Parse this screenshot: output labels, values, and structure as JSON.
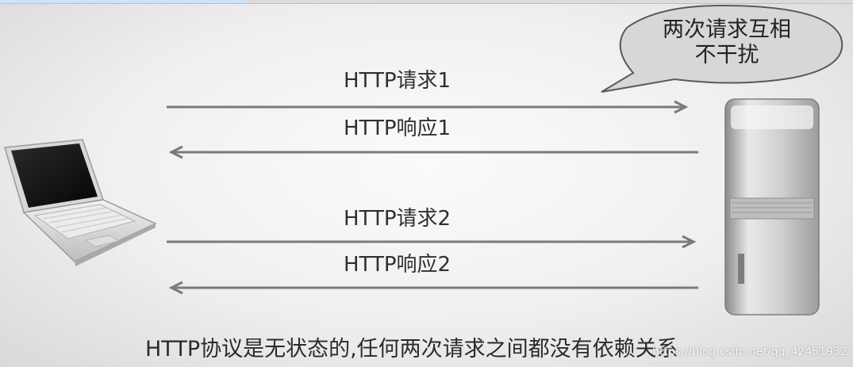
{
  "arrows": [
    {
      "label": "HTTP请求1"
    },
    {
      "label": "HTTP响应1"
    },
    {
      "label": "HTTP请求2"
    },
    {
      "label": "HTTP响应2"
    }
  ],
  "bubble": {
    "line1": "两次请求互相",
    "line2": "不干扰"
  },
  "caption": "HTTP协议是无状态的,任何两次请求之间都没有依赖关系",
  "watermark": "https://blog.csdn.net/qq_42451932",
  "icons": {
    "client": "laptop-icon",
    "server": "server-tower-icon"
  }
}
